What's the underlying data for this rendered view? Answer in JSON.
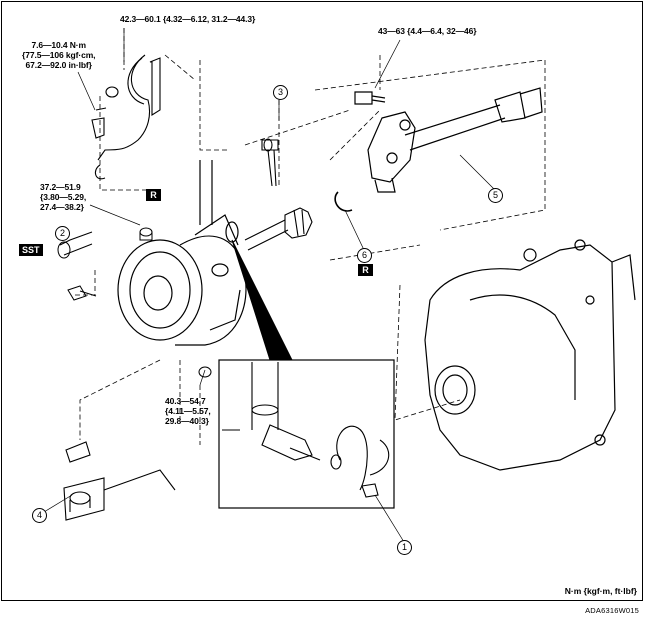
{
  "torque_labels": {
    "t1": [
      "42.3—60.1 {4.32—6.12, 31.2—44.3}"
    ],
    "t2": [
      "7.6—10.4 N·m",
      "{77.5—106 kgf·cm,",
      "67.2—92.0 in·lbf}"
    ],
    "t3": [
      "43—63 {4.4—6.4, 32—46}"
    ],
    "t4": [
      "37.2—51.9",
      "{3.80—5.29,",
      "27.4—38.2}"
    ],
    "t5": [
      "40.3—54.7",
      "{4.11—5.57,",
      "29.8—40.3}"
    ]
  },
  "callouts": {
    "c1": "1",
    "c2": "2",
    "c3": "3",
    "c4": "4",
    "c5": "5",
    "c6": "6"
  },
  "badges": {
    "r_top": "R",
    "r_ring": "R",
    "sst": "SST"
  },
  "units_note": "N·m {kgf·m, ft·lbf}",
  "figure_id": "ADA6316W015"
}
